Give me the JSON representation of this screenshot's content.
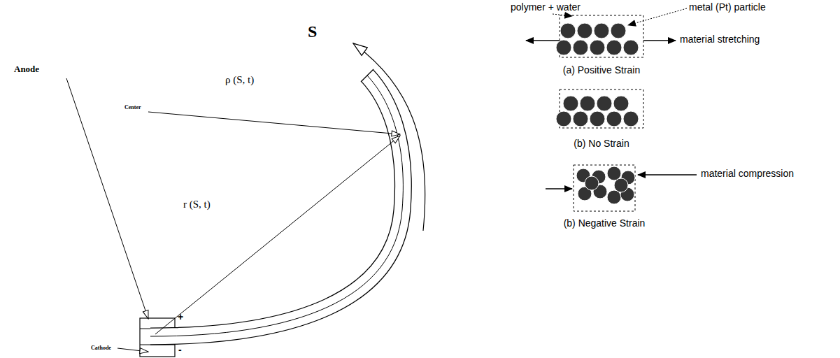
{
  "diagram": {
    "labels": [
      "S",
      "Anode",
      "Center",
      "ρ (S, t)",
      "r (S, t)",
      "+",
      "-",
      "Cathode",
      "polymer + water",
      "metal (Pt) particle",
      "material stretching",
      "(a) Positive Strain",
      "(b) No Strain",
      "material compression",
      "(b) Negative Strain"
    ]
  }
}
